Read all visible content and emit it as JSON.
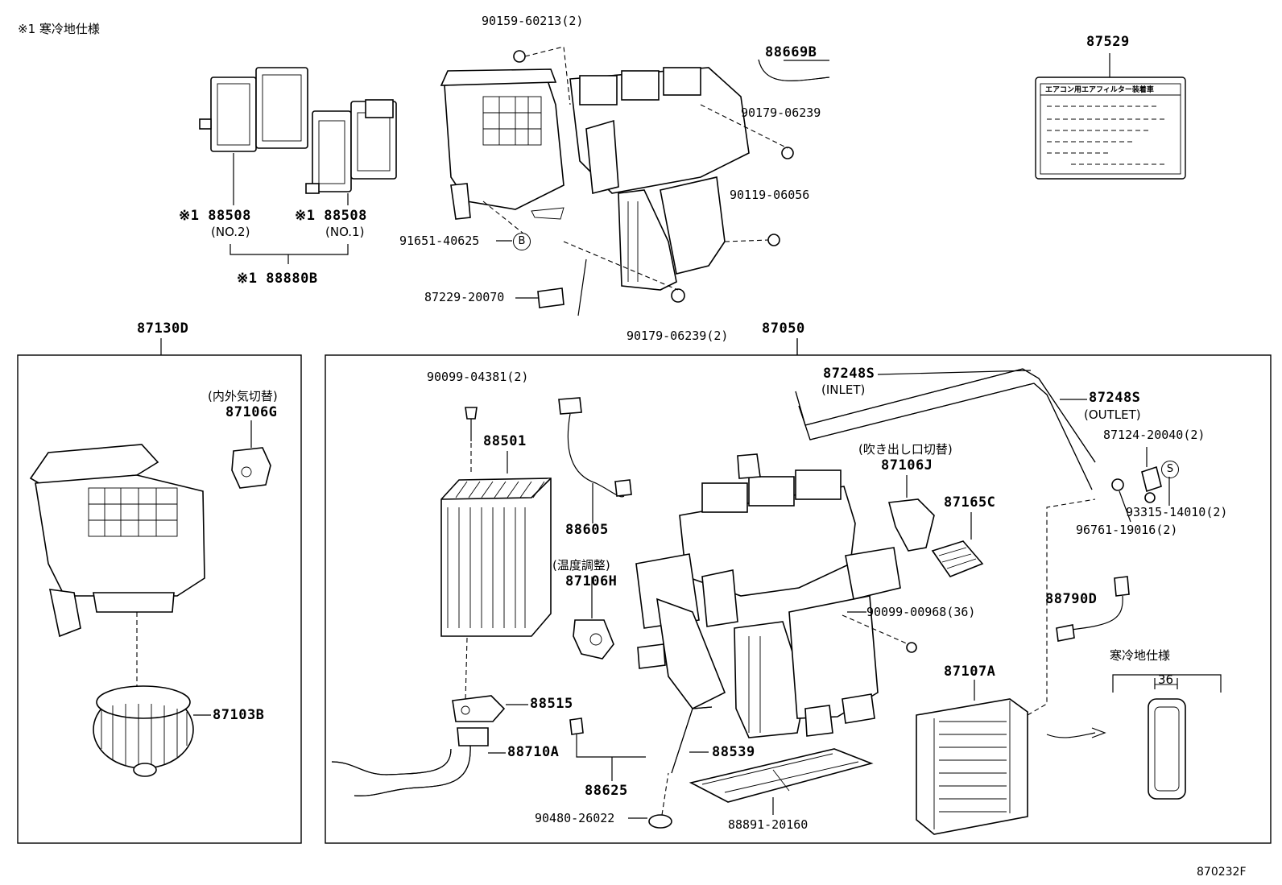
{
  "header_note": "※1 寒冷地仕様",
  "footer_code": "870232F",
  "label_card": {
    "part_no": "87529",
    "heading": "エアコン用エアフィルター装着車"
  },
  "top_parts": {
    "bolt_top": "90159-60213(2)",
    "hose": "88669B",
    "nut_right": "90179-06239",
    "bolt_right": "90119-06056",
    "clip_b": "91651-40625",
    "clip_b_mark": "B",
    "grommet": "87229-20070",
    "nut_bottom": "90179-06239(2)"
  },
  "filters": {
    "filter_no2": "※1 88508",
    "filter_no2_sub": "(NO.2)",
    "filter_no1": "※1 88508",
    "filter_no1_sub": "(NO.1)",
    "filter_set": "※1 88880B"
  },
  "blower_unit": {
    "part_no": "87130D",
    "servo_note": "(内外気切替)",
    "servo": "87106G",
    "motor": "87103B"
  },
  "heater_unit": {
    "part_no": "87050",
    "screw": "90099-04381(2)",
    "evaporator": "88501",
    "wire": "88605",
    "temp_note": "(温度調整)",
    "temp_servo": "87106H",
    "valve": "88515",
    "tube": "88710A",
    "thermistor": "88625",
    "plug": "90480-26022",
    "hose_drain": "88539",
    "cover": "88891-20160",
    "pipe_inlet": "87248S",
    "pipe_inlet_sub": "(INLET)",
    "pipe_outlet": "87248S",
    "pipe_outlet_sub": "(OUTLET)",
    "mode_note": "(吹き出し口切替)",
    "mode_servo": "87106J",
    "resistor": "87165C",
    "clamp": "87124-20040(2)",
    "clamp_mark": "S",
    "clamp_bolt": "93315-14010(2)",
    "o_ring": "96761-19016(2)",
    "screw_many": "90099-00968(36)",
    "sensor": "88790D",
    "core": "87107A",
    "cold_spec": "寒冷地仕様",
    "cold_dim": "36"
  }
}
